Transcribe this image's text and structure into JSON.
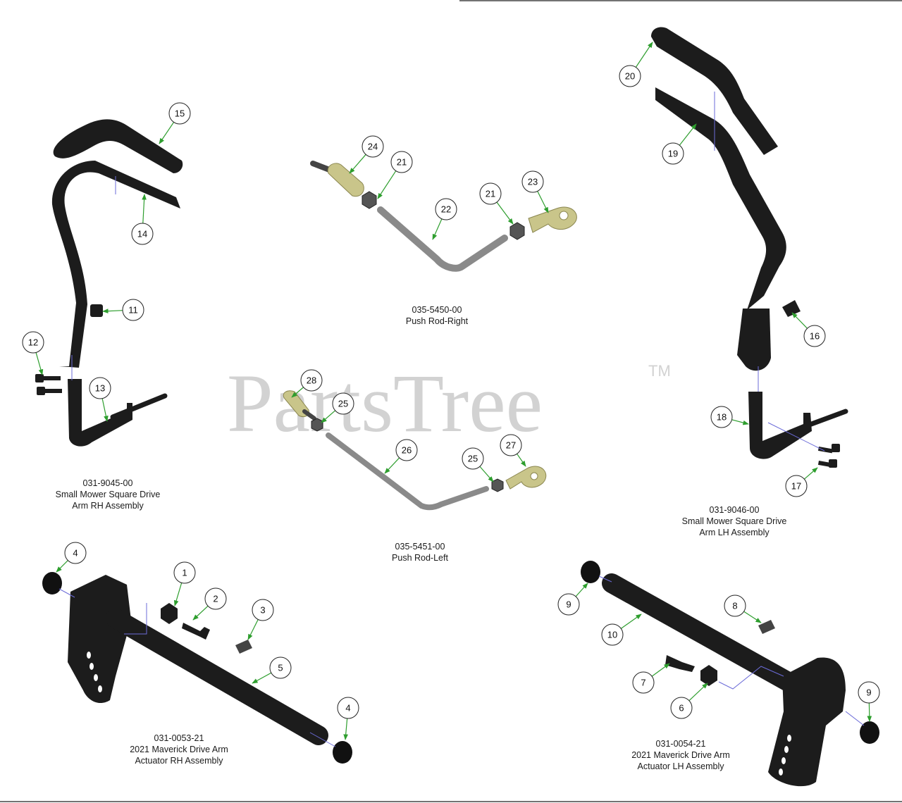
{
  "watermark": {
    "brand": "PartsTree",
    "trademark": "TM"
  },
  "colors": {
    "part": "#1c1c1c",
    "brass": "#c9c58a",
    "rod": "#8a8a8a",
    "leader": "#2e9e2e",
    "thread": "#6b6bd8"
  },
  "captions": {
    "rh_arm": {
      "part_no": "031-9045-00",
      "line1": "Small Mower Square Drive",
      "line2": "Arm RH Assembly"
    },
    "push_rod_right": {
      "part_no": "035-5450-00",
      "line1": "Push Rod-Right"
    },
    "lh_arm": {
      "part_no": "031-9046-00",
      "line1": "Small Mower Square Drive",
      "line2": "Arm LH Assembly"
    },
    "push_rod_left": {
      "part_no": "035-5451-00",
      "line1": "Push Rod-Left"
    },
    "rh_actuator": {
      "part_no": "031-0053-21",
      "line1": "2021 Maverick Drive Arm",
      "line2": "Actuator RH Assembly"
    },
    "lh_actuator": {
      "part_no": "031-0054-21",
      "line1": "2021 Maverick Drive Arm",
      "line2": "Actuator LH Assembly"
    }
  },
  "callouts": [
    {
      "id": "c15",
      "label": "15"
    },
    {
      "id": "c14",
      "label": "14"
    },
    {
      "id": "c11",
      "label": "11"
    },
    {
      "id": "c12",
      "label": "12"
    },
    {
      "id": "c13",
      "label": "13"
    },
    {
      "id": "c24",
      "label": "24"
    },
    {
      "id": "c21a",
      "label": "21"
    },
    {
      "id": "c22",
      "label": "22"
    },
    {
      "id": "c21b",
      "label": "21"
    },
    {
      "id": "c23",
      "label": "23"
    },
    {
      "id": "c28",
      "label": "28"
    },
    {
      "id": "c25a",
      "label": "25"
    },
    {
      "id": "c26",
      "label": "26"
    },
    {
      "id": "c25b",
      "label": "25"
    },
    {
      "id": "c27",
      "label": "27"
    },
    {
      "id": "c20",
      "label": "20"
    },
    {
      "id": "c19",
      "label": "19"
    },
    {
      "id": "c16",
      "label": "16"
    },
    {
      "id": "c18",
      "label": "18"
    },
    {
      "id": "c17",
      "label": "17"
    },
    {
      "id": "c4a",
      "label": "4"
    },
    {
      "id": "c1",
      "label": "1"
    },
    {
      "id": "c2",
      "label": "2"
    },
    {
      "id": "c3",
      "label": "3"
    },
    {
      "id": "c5",
      "label": "5"
    },
    {
      "id": "c4b",
      "label": "4"
    },
    {
      "id": "c9a",
      "label": "9"
    },
    {
      "id": "c10",
      "label": "10"
    },
    {
      "id": "c8",
      "label": "8"
    },
    {
      "id": "c7",
      "label": "7"
    },
    {
      "id": "c6",
      "label": "6"
    },
    {
      "id": "c9b",
      "label": "9"
    }
  ]
}
